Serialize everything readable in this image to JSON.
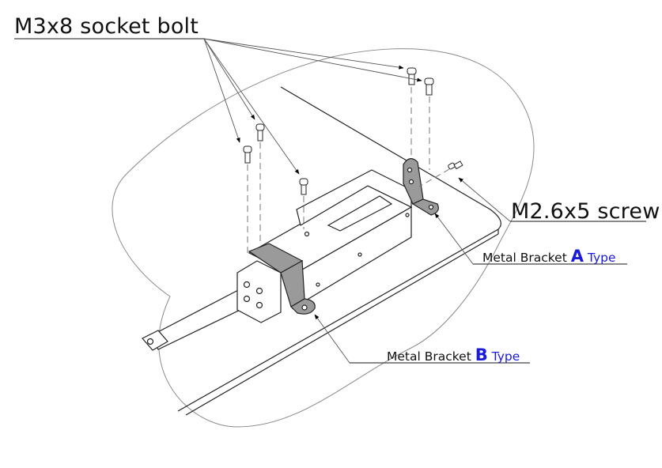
{
  "diagram": {
    "title": "Actuator mounting assembly (exploded view)",
    "accent_color": "#1a1adc",
    "line_color": "#333333",
    "bracket_fill": "#9a9a9a"
  },
  "callouts": {
    "socket_bolt": {
      "text": "M3x8 socket bolt",
      "count": 5
    },
    "screw": {
      "text": "M2.6x5 screw",
      "count": 1
    },
    "bracket_a": {
      "prefix": "Metal Bracket ",
      "letter": "A",
      "suffix": " Type"
    },
    "bracket_b": {
      "prefix": "Metal Bracket ",
      "letter": "B",
      "suffix": " Type"
    }
  }
}
